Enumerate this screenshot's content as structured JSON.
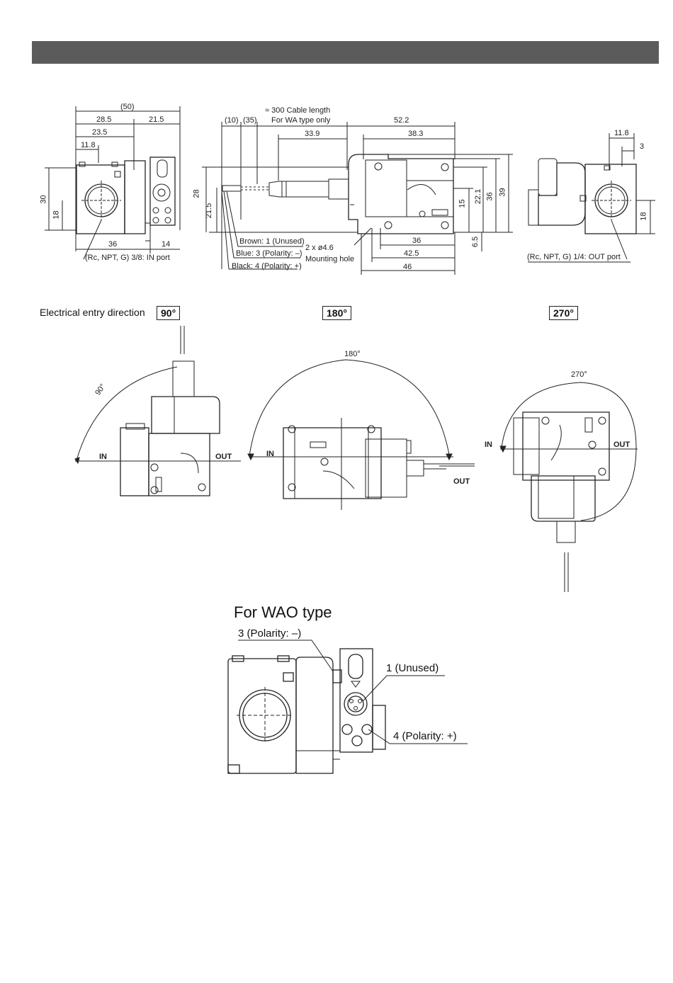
{
  "dims": {
    "w50": "(50)",
    "w28_5": "28.5",
    "w21_5": "21.5",
    "w23_5": "23.5",
    "w11_8": "11.8",
    "h30": "30",
    "h18": "18",
    "w36": "36",
    "w14": "14",
    "in_port": "(Rc, NPT, G) 3/8: IN port",
    "c10": "(10)",
    "c35": "(35)",
    "cable": "≈ 300 Cable length",
    "wa_only": "For WA type only",
    "w52_2": "52.2",
    "w33_9": "33.9",
    "w38_3": "38.3",
    "h28": "28",
    "h21_5": "21.5",
    "h15": "15",
    "h22_1": "22.1",
    "h36": "36",
    "h39": "39",
    "h6_5": "6.5",
    "brown": "Brown: 1 (Unused)",
    "blue": "Blue: 3 (Polarity: –)",
    "black": "Black: 4 (Polarity: +)",
    "holes": "2 x ø4.6",
    "mount": "Mounting hole",
    "b36": "36",
    "b42_5": "42.5",
    "b46": "46",
    "r11_8": "11.8",
    "r3": "3",
    "r18": "18",
    "out_port": "(Rc, NPT, G) 1/4: OUT port"
  },
  "entry": {
    "label": "Electrical entry direction",
    "d90": "90°",
    "d180": "180°",
    "d270": "270°",
    "a90": "90°",
    "a180": "180°",
    "a270": "270°",
    "in": "IN",
    "out": "OUT"
  },
  "wao": {
    "title": "For WAO type",
    "p3": "3 (Polarity: –)",
    "p1": "1 (Unused)",
    "p4": "4 (Polarity: +)"
  }
}
